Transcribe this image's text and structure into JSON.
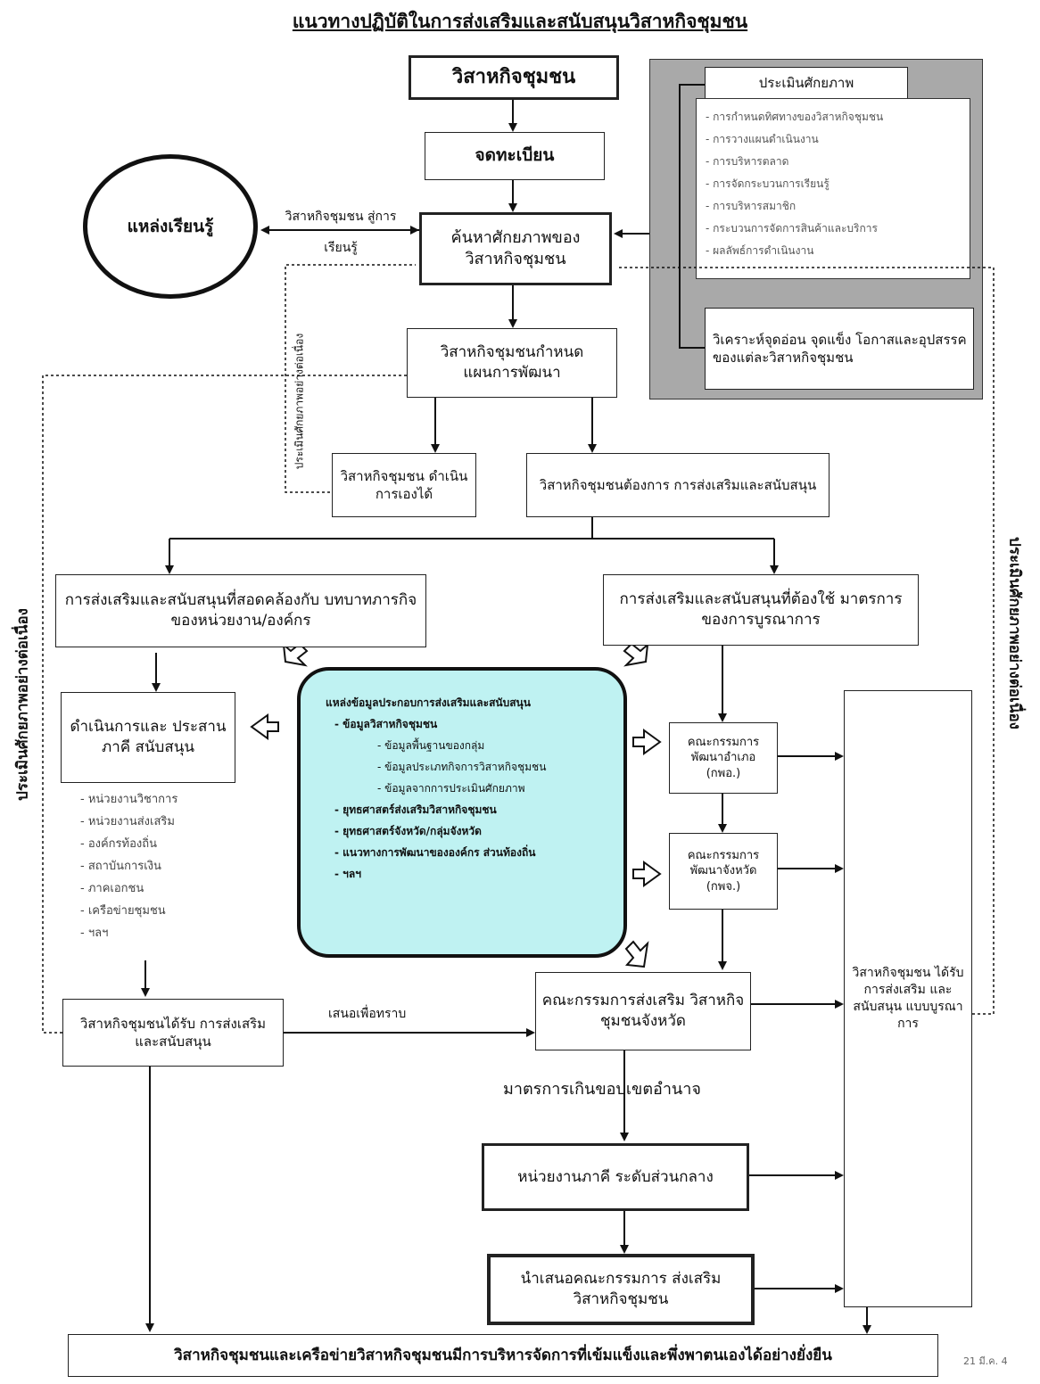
{
  "title": "แนวทางปฏิบัติในการส่งเสริมและสนับสนุนวิสาหกิจชุมชน",
  "nodes": {
    "community_enterprise": "วิสาหกิจชุมชน",
    "register": "จดทะเบียน",
    "find_potential": "ค้นหาศักยภาพของ วิสาหกิจชุมชน",
    "learning_center": "แหล่งเรียนรู้",
    "learning_link": "วิสาหกิจชุมชน สู่การเรียนรู้",
    "define_plan": "วิสาหกิจชุมชนกำหนด แผนการพัฒนา",
    "self_operate": "วิสาหกิจชุมชน ดำเนินการเองได้",
    "need_support": "วิสาหกิจชุมชนต้องการ การส่งเสริมและสนับสนุน",
    "support_by_role": "การส่งเสริมและสนับสนุนที่สอดคล้องกับ บทบาทภารกิจของหน่วยงาน/องค์กร",
    "support_integrated": "การส่งเสริมและสนับสนุนที่ต้องใช้ มาตรการของการบูรณาการ",
    "operate_coordinate": "ดำเนินการและ ประสานภาคี สนับสนุน",
    "district_committee": "คณะกรรมการ พัฒนาอำเภอ (กพอ.)",
    "province_committee": "คณะกรรมการ พัฒนาจังหวัด (กพจ.)",
    "provincial_promotion_committee": "คณะกรรมการส่งเสริม วิสาหกิจชุมชนจังหวัด",
    "integrated_support_received": "วิสาหกิจชุมชน ได้รับการส่งเสริม และสนับสนุน แบบบูรณาการ",
    "received_support": "วิสาหกิจชุมชนได้รับ การส่งเสริมและสนับสนุน",
    "report_label": "เสนอเพื่อทราบ",
    "beyond_authority": "มาตรการเกินขอบเขตอำนาจ",
    "central_agency": "หน่วยงานภาคี ระดับส่วนกลาง",
    "propose_committee": "นำเสนอคณะกรรมการ ส่งเสริมวิสาหกิจชุมชน",
    "final_outcome": "วิสาหกิจชุมชนและเครือข่ายวิสาหกิจชุมชนมีการบริหารจัดการที่เข้มแข็งและพึ่งพาตนเองได้อย่างยั่งยืน"
  },
  "assessment": {
    "title": "ประเมินศักยภาพ",
    "items": [
      "- การกำหนดทิศทางของวิสาหกิจชุมชน",
      "- การวางแผนดำเนินงาน",
      "- การบริหารตลาด",
      "- การจัดกระบวนการเรียนรู้",
      "- การบริหารสมาชิก",
      "- กระบวนการจัดการสินค้าและบริการ",
      "- ผลลัพธ์การดำเนินงาน"
    ],
    "swot": "วิเคราะห์จุดอ่อน จุดแข็ง โอกาสและอุปสรรค ของแต่ละวิสาหกิจชุมชน"
  },
  "info_sources": {
    "heading": "แหล่งข้อมูลประกอบการส่งเสริมและสนับสนุน",
    "enterprise_data": "- ข้อมูลวิสาหกิจชุมชน",
    "enterprise_sub": [
      "- ข้อมูลพื้นฐานของกลุ่ม",
      "- ข้อมูลประเภทกิจการวิสาหกิจชุมชน",
      "- ข้อมูลจากการประเมินศักยภาพ"
    ],
    "others": [
      "- ยุทธศาสตร์ส่งเสริมวิสาหกิจชุมชน",
      "- ยุทธศาสตร์จังหวัด/กลุ่มจังหวัด",
      "- แนวทางการพัฒนาขององค์กร ส่วนท้องถิ่น",
      "- ฯลฯ"
    ]
  },
  "network": [
    "- หน่วยงานวิชาการ",
    "- หน่วยงานส่งเสริม",
    "- องค์กรท้องถิ่น",
    "- สถาบันการเงิน",
    "- ภาคเอกชน",
    "- เครือข่ายชุมชน",
    "- ฯลฯ"
  ],
  "side_labels": {
    "left_outer": "ประเมินศักยภาพอย่างต่อเนื่อง",
    "left_inner": "ประเมินศักยภาพอย่างต่อเนื่อง",
    "right_outer": "ประเมินศักยภาพอย่างต่อเนื่อง"
  },
  "stamp": "21 มี.ค. 4"
}
